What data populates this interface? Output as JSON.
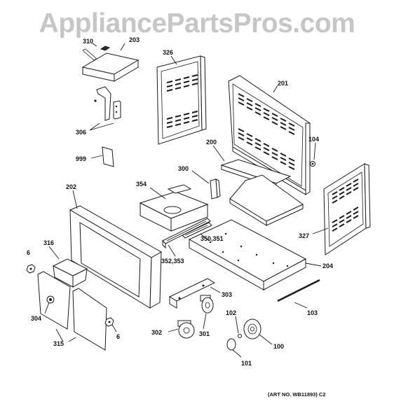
{
  "watermark": "AppliancePartsPros.com",
  "art_number": "(ART NO. WB11893) C2",
  "labels": {
    "p310": "310",
    "p203": "203",
    "p326": "326",
    "p201": "201",
    "p306": "306",
    "p104": "104",
    "p999": "999",
    "p200": "200",
    "p300": "300",
    "p202": "202",
    "p354": "354",
    "p327": "327",
    "p350_351": "350,351",
    "p6a": "6",
    "p316": "316",
    "p352_353": "352,353",
    "p204": "204",
    "p303": "303",
    "p304": "304",
    "p102": "102",
    "p103": "103",
    "p315": "315",
    "p302": "302",
    "p301": "301",
    "p6b": "6",
    "p100": "100",
    "p101": "101"
  }
}
